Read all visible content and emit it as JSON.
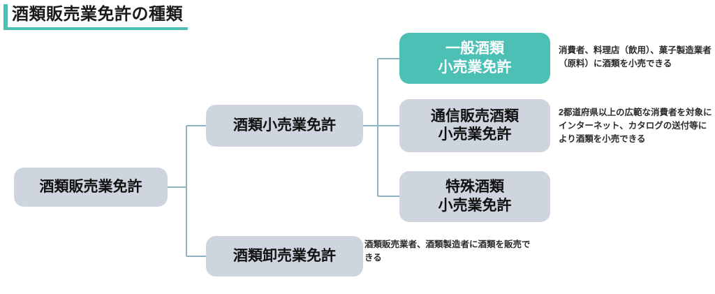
{
  "title": {
    "text": "酒類販売業免許の種類",
    "accent_color": "#4cc0b5"
  },
  "colors": {
    "node_plain_bg": "#ced5de",
    "node_plain_text": "#111111",
    "node_highlight_bg": "#4cc0b5",
    "node_highlight_text": "#ffffff",
    "connector_line": "#8fb3c0",
    "page_bg": "#ffffff"
  },
  "nodes": {
    "root": {
      "label": "酒類販売業免許",
      "style": "plain"
    },
    "retail": {
      "label": "酒類小売業免許",
      "style": "plain"
    },
    "wholesale": {
      "label": "酒類卸売業免許",
      "style": "plain"
    },
    "general_retail": {
      "label": "一般酒類\n小売業免許",
      "style": "highlight"
    },
    "mailorder_retail": {
      "label": "通信販売酒類\n小売業免許",
      "style": "plain"
    },
    "special_retail": {
      "label": "特殊酒類\n小売業免許",
      "style": "plain"
    }
  },
  "annotations": {
    "general_retail": "消費者、料理店（飲用）、菓子製造業者（原料）に酒類を小売できる",
    "mailorder_retail": "2都道府県以上の広範な消費者を対象にインターネット、カタログの送付等により酒類を小売できる",
    "wholesale": "酒類販売業者、酒類製造者に酒類を販売できる"
  }
}
